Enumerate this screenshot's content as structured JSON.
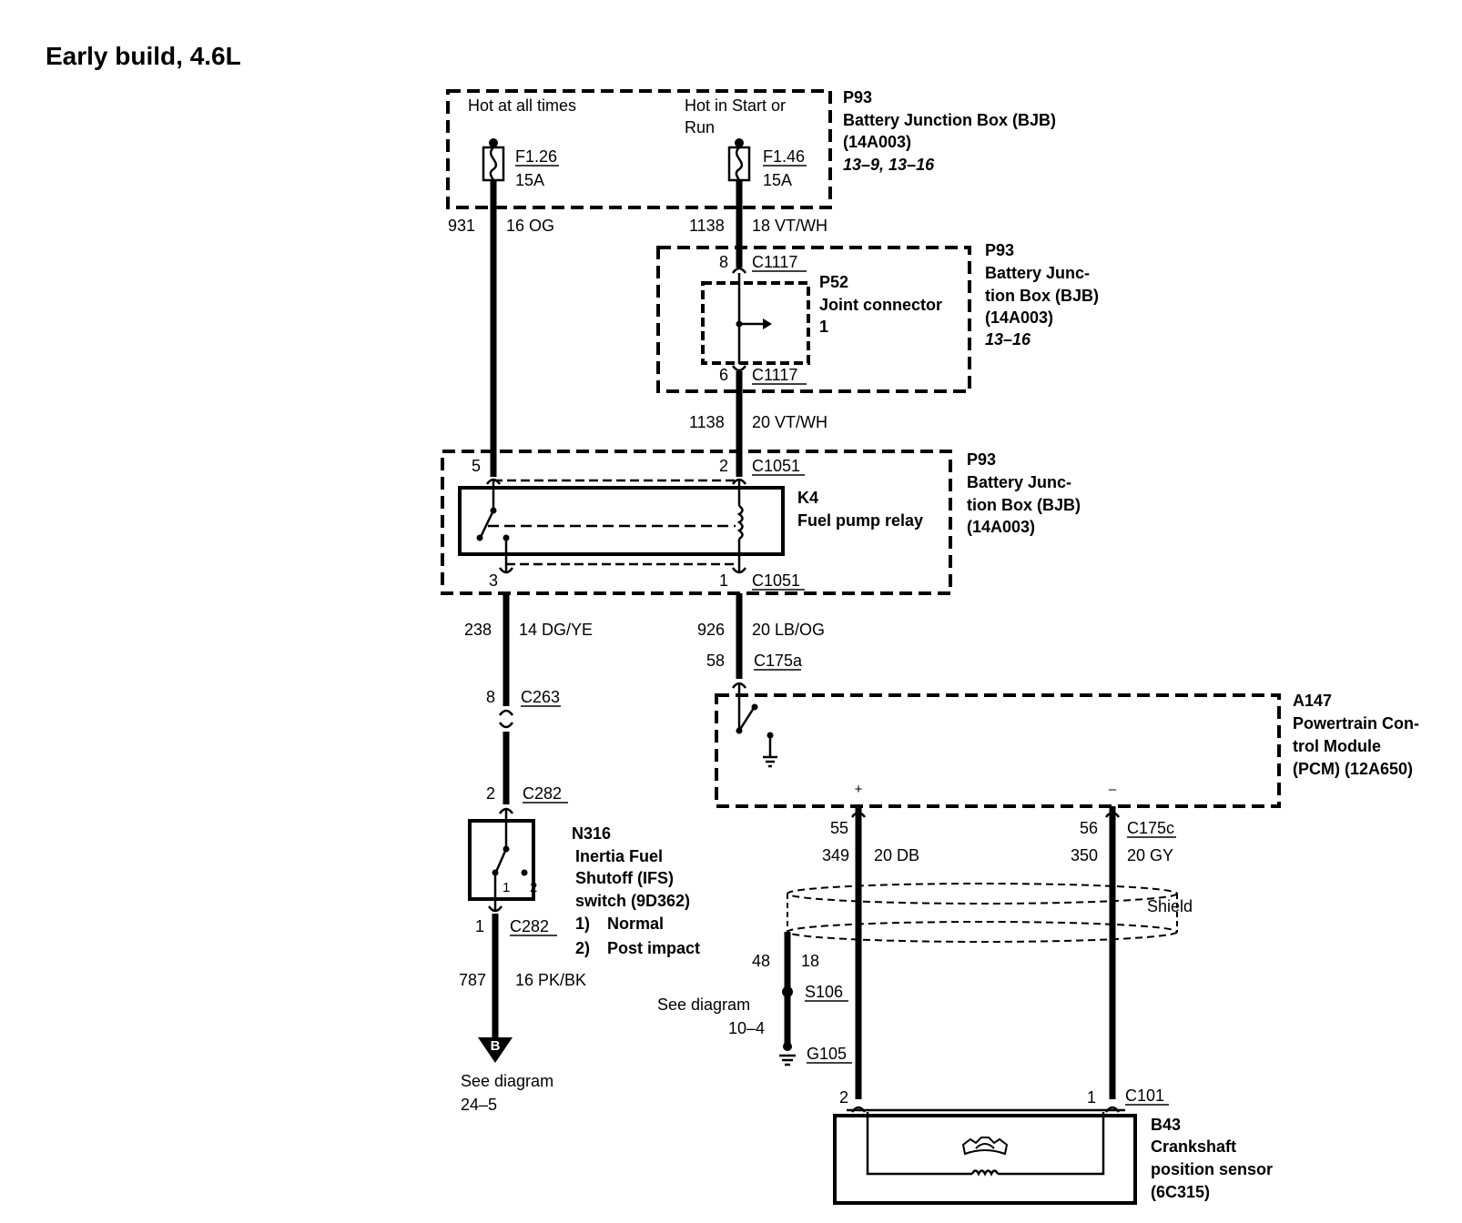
{
  "title": "Early build, 4.6L",
  "bjb_top": {
    "id": "P93",
    "name": "Battery Junction Box (BJB)",
    "part": "(14A003)",
    "ref": "13–9, 13–16",
    "hot_all": "Hot at all times",
    "hot_start_1": "Hot in Start or",
    "hot_start_2": "Run",
    "fuse1_id": "F1.26",
    "fuse1_amp": "15A",
    "fuse2_id": "F1.46",
    "fuse2_amp": "15A"
  },
  "wires": {
    "w931": "931",
    "w931_spec": "16 OG",
    "w1138a": "1138",
    "w1138a_spec": "18 VT/WH",
    "w1138b": "1138",
    "w1138b_spec": "20 VT/WH",
    "w238": "238",
    "w238_spec": "14 DG/YE",
    "w926": "926",
    "w926_spec": "20 LB/OG",
    "w349": "349",
    "w349_spec": "20 DB",
    "w350": "350",
    "w350_spec": "20 GY",
    "w787": "787",
    "w787_spec": "16 PK/BK",
    "w48": "48",
    "w48_spec": "18"
  },
  "bjb_mid": {
    "id": "P93",
    "name_1": "Battery Junc-",
    "name_2": "tion Box (BJB)",
    "part": "(14A003)",
    "ref": "13–16",
    "pin_top": "8",
    "pin_bottom": "6",
    "conn": "C1117",
    "joint_id": "P52",
    "joint_name": "Joint connector",
    "joint_pin": "1"
  },
  "bjb_relay": {
    "id": "P93",
    "name_1": "Battery Junc-",
    "name_2": "tion Box (BJB)",
    "part": "(14A003)",
    "relay_id": "K4",
    "relay_name": "Fuel pump relay",
    "pin5": "5",
    "pin2": "2",
    "pin3": "3",
    "pin1": "1",
    "conn": "C1051"
  },
  "pcm": {
    "id": "A147",
    "name_1": "Powertrain Con-",
    "name_2": "trol Module",
    "name_3": "(PCM) (12A650)",
    "pin58": "58",
    "conn_a": "C175a",
    "plus": "+",
    "minus": "–",
    "pin55": "55",
    "pin56": "56",
    "conn_c": "C175c"
  },
  "c263": {
    "pin": "8",
    "conn": "C263"
  },
  "ifs": {
    "pin_top": "2",
    "conn_top": "C282",
    "pin_bottom": "1",
    "conn_bottom": "C282",
    "id": "N316",
    "name_1": "Inertia Fuel",
    "name_2": "Shutoff (IFS)",
    "name_3": "switch (9D362)",
    "pos1": "1",
    "pos2": "2",
    "legend1_n": "1)",
    "legend1": "Normal",
    "legend2_n": "2)",
    "legend2": "Post impact"
  },
  "ref_b": {
    "letter": "B",
    "see": "See diagram",
    "ref": "24–5"
  },
  "shield": {
    "label": "Shield"
  },
  "ground": {
    "splice": "S106",
    "ground": "G105",
    "see": "See diagram",
    "ref": "10–4"
  },
  "ckp": {
    "pin2": "2",
    "pin1": "1",
    "conn": "C101",
    "id": "B43",
    "name_1": "Crankshaft",
    "name_2": "position sensor",
    "part": "(6C315)"
  }
}
